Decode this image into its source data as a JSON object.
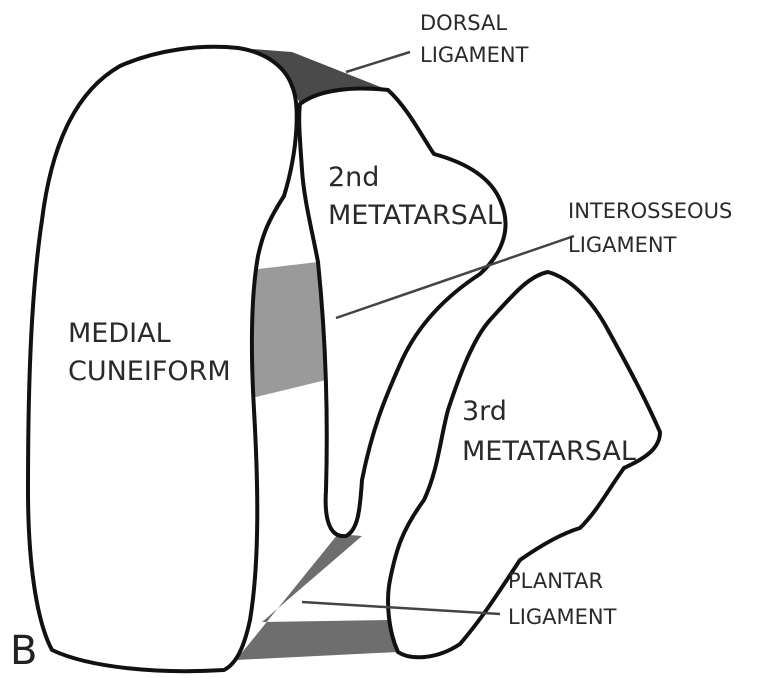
{
  "panel_letter": "B",
  "labels": {
    "medial_cuneiform": [
      "MEDIAL",
      "CUNEIFORM"
    ],
    "second_metatarsal": [
      "2nd",
      "METATARSAL"
    ],
    "third_metatarsal": [
      "3rd",
      "METATARSAL"
    ],
    "dorsal_ligament": [
      "DORSAL",
      "LIGAMENT"
    ],
    "interosseous_ligament": [
      "INTEROSSEOUS",
      "LIGAMENT"
    ],
    "plantar_ligament": [
      "PLANTAR",
      "LIGAMENT"
    ]
  },
  "colors": {
    "dorsal_ligament": "#4a4a4a",
    "interosseous_ligament": "#9a9a9a",
    "plantar_ligament": "#6e6e6e",
    "outline": "#111111"
  }
}
